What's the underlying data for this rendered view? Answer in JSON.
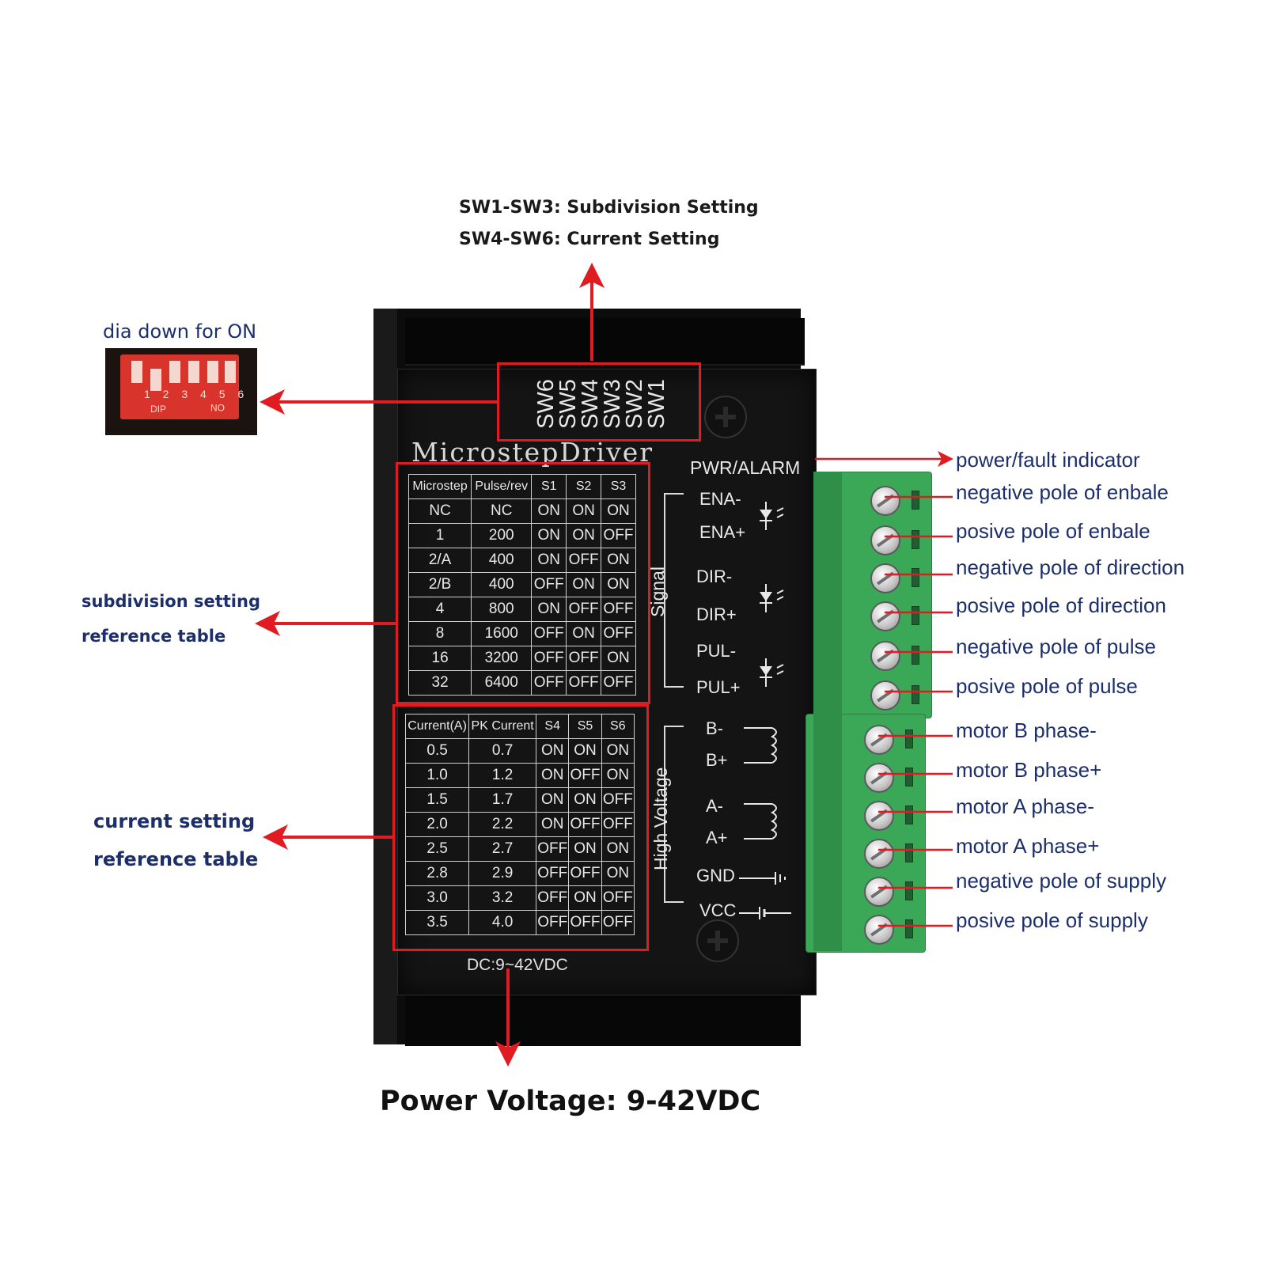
{
  "header": {
    "line1": "SW1-SW3: Subdivision Setting",
    "line2": "SW4-SW6: Current Setting"
  },
  "dip_note": "dia down for ON",
  "dip_photo": {
    "numbers": "1 2 3 4 5 6",
    "dip": "DIP",
    "on": "ON"
  },
  "left_labels": {
    "subdivision_line1": "subdivision setting",
    "subdivision_line2": "reference table",
    "current_line1": "current setting",
    "current_line2": "reference table"
  },
  "device": {
    "brand": "MicrostepDriver",
    "pwr_label": "PWR/ALARM",
    "dc_label": "DC:9~42VDC",
    "switch_labels": [
      "SW6",
      "SW5",
      "SW4",
      "SW3",
      "SW2",
      "SW1"
    ],
    "signal_group": "Signal",
    "hv_group": "High Voltage",
    "signal_pins": [
      "ENA-",
      "ENA+",
      "DIR-",
      "DIR+",
      "PUL-",
      "PUL+"
    ],
    "hv_pins": [
      "B-",
      "B+",
      "A-",
      "A+",
      "GND",
      "VCC"
    ]
  },
  "microstep_table": {
    "headers": [
      "Microstep",
      "Pulse/rev",
      "S1",
      "S2",
      "S3"
    ],
    "rows": [
      [
        "NC",
        "NC",
        "ON",
        "ON",
        "ON"
      ],
      [
        "1",
        "200",
        "ON",
        "ON",
        "OFF"
      ],
      [
        "2/A",
        "400",
        "ON",
        "OFF",
        "ON"
      ],
      [
        "2/B",
        "400",
        "OFF",
        "ON",
        "ON"
      ],
      [
        "4",
        "800",
        "ON",
        "OFF",
        "OFF"
      ],
      [
        "8",
        "1600",
        "OFF",
        "ON",
        "OFF"
      ],
      [
        "16",
        "3200",
        "OFF",
        "OFF",
        "ON"
      ],
      [
        "32",
        "6400",
        "OFF",
        "OFF",
        "OFF"
      ]
    ]
  },
  "current_table": {
    "headers": [
      "Current(A)",
      "PK Current",
      "S4",
      "S5",
      "S6"
    ],
    "rows": [
      [
        "0.5",
        "0.7",
        "ON",
        "ON",
        "ON"
      ],
      [
        "1.0",
        "1.2",
        "ON",
        "OFF",
        "ON"
      ],
      [
        "1.5",
        "1.7",
        "ON",
        "ON",
        "OFF"
      ],
      [
        "2.0",
        "2.2",
        "ON",
        "OFF",
        "OFF"
      ],
      [
        "2.5",
        "2.7",
        "OFF",
        "ON",
        "ON"
      ],
      [
        "2.8",
        "2.9",
        "OFF",
        "OFF",
        "ON"
      ],
      [
        "3.0",
        "3.2",
        "OFF",
        "ON",
        "OFF"
      ],
      [
        "3.5",
        "4.0",
        "OFF",
        "OFF",
        "OFF"
      ]
    ]
  },
  "right_labels": [
    "power/fault indicator",
    "negative pole of enbale",
    "posive pole of enbale",
    "negative pole of direction",
    "posive pole of direction",
    "negative pole of pulse",
    "posive pole of pulse",
    "motor B phase-",
    "motor B phase+",
    "motor A phase-",
    "motor A phase+",
    "negative pole of supply",
    "posive pole of supply"
  ],
  "footer": "Power Voltage: 9-42VDC",
  "colors": {
    "annotation_red": "#e11b22",
    "label_navy": "#1c2f6b",
    "terminal_green": "#3aa857",
    "device_black": "#141414"
  }
}
